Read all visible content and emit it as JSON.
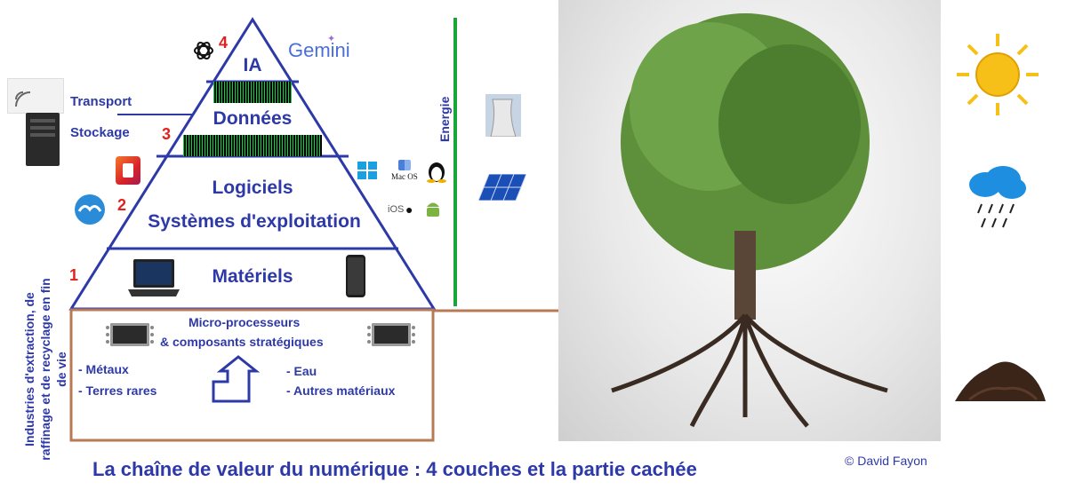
{
  "pyramid": {
    "layers": [
      {
        "number": "4",
        "label": "IA"
      },
      {
        "number": "3",
        "label": "Données"
      },
      {
        "number": "2",
        "label_line1": "Logiciels",
        "label_line2": "Systèmes d'exploitation"
      },
      {
        "number": "1",
        "label": "Matériels"
      }
    ],
    "gemini_label": "Gemini",
    "macos_label": "Mac OS",
    "ios_label": "iOS"
  },
  "side": {
    "transport": "Transport",
    "stockage": "Stockage",
    "energie": "Energie"
  },
  "hidden_part": {
    "title_line1": "Micro-processeurs",
    "title_line2": "& composants stratégiques",
    "left_items": [
      "- Métaux",
      "- Terres rares"
    ],
    "right_items": [
      "- Eau",
      "- Autres matériaux"
    ],
    "vertical_label": "Industries d'extraction, de raffinage et de recyclage en fin de vie"
  },
  "footer": {
    "title": "La chaîne de valeur du numérique : 4 couches et la partie cachée",
    "credit": "© David Fayon"
  },
  "colors": {
    "blue": "#2e39a8",
    "red": "#e0221f",
    "green": "#1aa53a",
    "brown": "#b87a55"
  }
}
